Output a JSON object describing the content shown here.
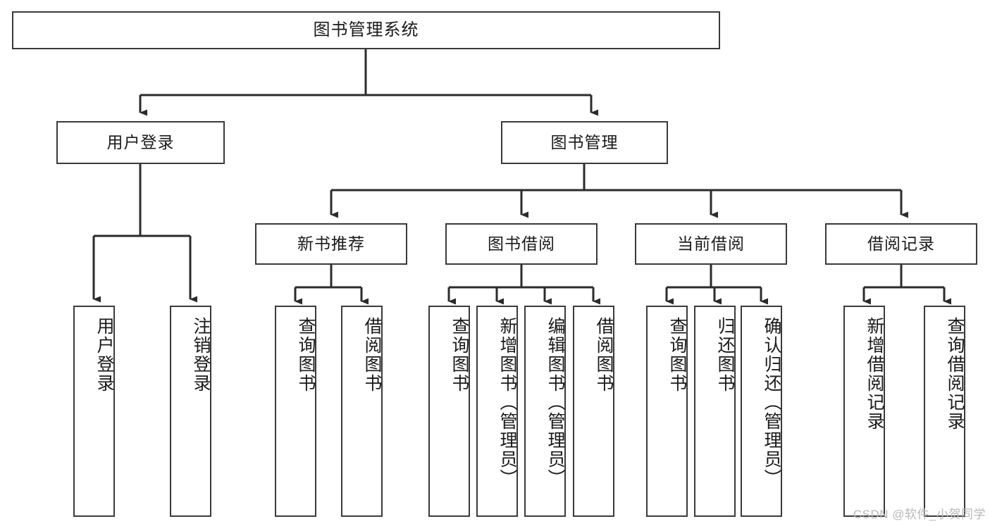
{
  "diagram": {
    "title": "图书管理系统",
    "watermark": "CSDN @软件_小贺同学",
    "colors": {
      "stroke": "#3a3a3a",
      "fill": "#ffffff",
      "text": "#1a1a1a",
      "watermark": "#b8b8b8"
    },
    "levels": {
      "root": {
        "label": "图书管理系统"
      },
      "level1": [
        {
          "label": "用户登录"
        },
        {
          "label": "图书管理"
        }
      ],
      "level2": [
        {
          "label": "新书推荐"
        },
        {
          "label": "图书借阅"
        },
        {
          "label": "当前借阅"
        },
        {
          "label": "借阅记录"
        }
      ],
      "leaves_user_login": [
        {
          "label": "用户登录"
        },
        {
          "label": "注销登录"
        }
      ],
      "leaves_new_book": [
        {
          "label": "查询图书"
        },
        {
          "label": "借阅图书"
        }
      ],
      "leaves_borrow": [
        {
          "label": "查询图书"
        },
        {
          "label": "新增图书（管理员）"
        },
        {
          "label": "编辑图书（管理员）"
        },
        {
          "label": "借阅图书"
        }
      ],
      "leaves_current": [
        {
          "label": "查询图书"
        },
        {
          "label": "归还图书"
        },
        {
          "label": "确认归还（管理员）"
        }
      ],
      "leaves_records": [
        {
          "label": "新增借阅记录"
        },
        {
          "label": "查询借阅记录"
        }
      ]
    }
  }
}
